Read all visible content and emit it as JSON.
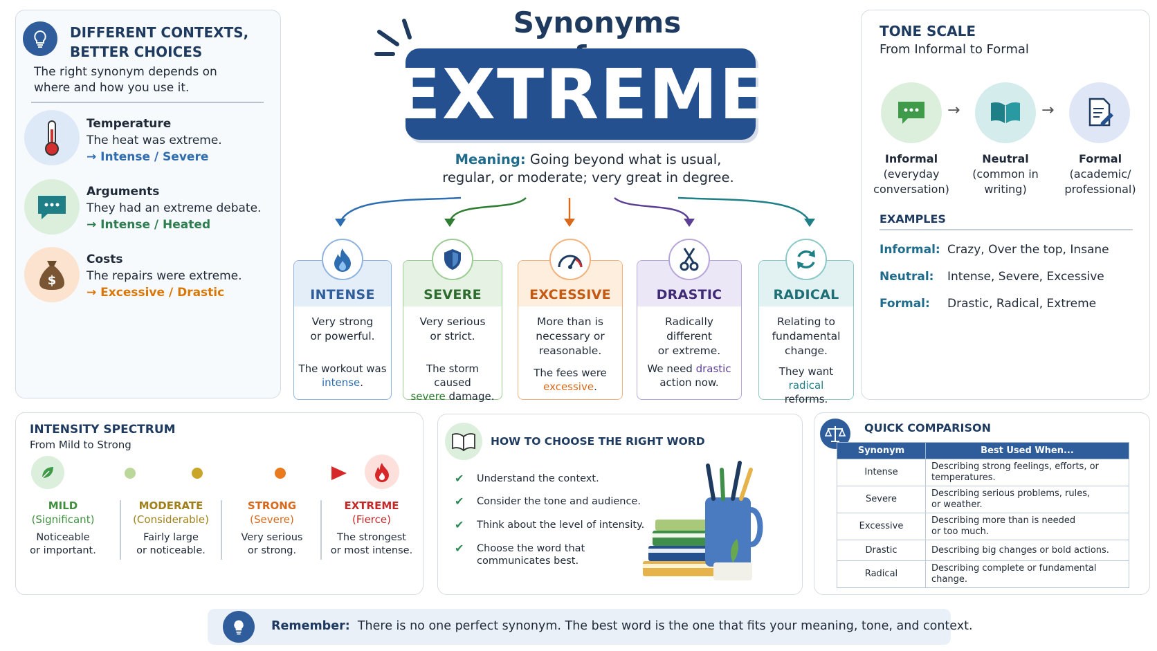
{
  "header": {
    "title_line1": "Synonyms for",
    "title_word": "EXTREME",
    "meaning_label": "Meaning:",
    "meaning_text": "Going beyond what is usual,",
    "meaning_text2": "regular, or moderate; very great in degree."
  },
  "contexts": {
    "title1": "DIFFERENT CONTEXTS,",
    "title2": "BETTER CHOICES",
    "intro1": "The right synonym depends on",
    "intro2": "where and how you use it.",
    "items": [
      {
        "title": "Temperature",
        "text": "The heat was extreme.",
        "arrow": "→",
        "synonyms": "Intense / Severe",
        "color": "#2f6db1",
        "icon": "thermometer-icon"
      },
      {
        "title": "Arguments",
        "text": "They had an extreme debate.",
        "arrow": "→",
        "synonyms": "Intense / Heated",
        "color": "#2e7d4f",
        "icon": "chat-bubble-icon"
      },
      {
        "title": "Costs",
        "text": "The repairs were extreme.",
        "arrow": "→",
        "synonyms": "Excessive / Drastic",
        "color": "#d97706",
        "icon": "money-bag-icon"
      }
    ]
  },
  "synonyms": [
    {
      "word": "INTENSE",
      "def1": "Very strong",
      "def2": "or powerful.",
      "ex1": "The workout was",
      "ex_hl": "intense",
      "ex_end": ".",
      "color": "#2f6db1",
      "head_bg": "#e4eef9",
      "icon": "flame-icon"
    },
    {
      "word": "SEVERE",
      "def1": "Very serious",
      "def2": "or strict.",
      "ex1": "The storm caused",
      "ex_hl": "severe",
      "ex_end": " damage.",
      "color": "#2e7d32",
      "head_bg": "#e6f2e3",
      "icon": "shield-icon"
    },
    {
      "word": "EXCESSIVE",
      "def1": "More than is",
      "def2": "necessary or",
      "def3": "reasonable.",
      "ex1": "The fees were",
      "ex_hl": "excessive",
      "ex_end": ".",
      "color": "#d9691c",
      "head_bg": "#fdeede",
      "icon": "gauge-icon"
    },
    {
      "word": "DRASTIC",
      "def1": "Radically different",
      "def2": "or extreme.",
      "ex1": "We need ",
      "ex_hl": "drastic",
      "ex_end": "action now.",
      "color": "#5b3f95",
      "head_bg": "#ece7f6",
      "icon": "scissors-icon"
    },
    {
      "word": "RADICAL",
      "def1": "Relating to",
      "def2": "fundamental",
      "def3": "change.",
      "ex1": "They want ",
      "ex_hl": "radical",
      "ex_end": "reforms.",
      "color": "#1f7f86",
      "head_bg": "#e2f2f2",
      "icon": "refresh-icon"
    }
  ],
  "tone": {
    "title": "TONE SCALE",
    "subtitle": "From Informal to Formal",
    "levels": [
      {
        "name": "Informal",
        "d1": "(everyday",
        "d2": "conversation)",
        "bg": "#dcefdc",
        "icon": "chat-icon"
      },
      {
        "name": "Neutral",
        "d1": "(common in",
        "d2": "writing)",
        "bg": "#d4ecec",
        "icon": "open-book-icon"
      },
      {
        "name": "Formal",
        "d1": "(academic/",
        "d2": "professional)",
        "bg": "#dfe6f6",
        "icon": "document-pen-icon"
      }
    ],
    "examples_title": "EXAMPLES",
    "examples": [
      {
        "label": "Informal:",
        "words": "Crazy, Over the top, Insane"
      },
      {
        "label": "Neutral:",
        "words": "Intense, Severe, Excessive"
      },
      {
        "label": "Formal:",
        "words": "Drastic, Radical, Extreme"
      }
    ]
  },
  "spectrum": {
    "title": "INTENSITY SPECTRUM",
    "subtitle": "From Mild to Strong",
    "levels": [
      {
        "name": "MILD",
        "alt": "(Significant)",
        "d1": "Noticeable",
        "d2": "or important.",
        "color": "#3f8f3f"
      },
      {
        "name": "MODERATE",
        "alt": "(Considerable)",
        "d1": "Fairly large",
        "d2": "or noticeable.",
        "color": "#a0801a"
      },
      {
        "name": "STRONG",
        "alt": "(Severe)",
        "d1": "Very serious",
        "d2": "or strong.",
        "color": "#d9691c"
      },
      {
        "name": "EXTREME",
        "alt": "(Fierce)",
        "d1": "The strongest",
        "d2": "or most intense.",
        "color": "#c62828"
      }
    ]
  },
  "how": {
    "title": "HOW TO CHOOSE THE RIGHT WORD",
    "steps": [
      "Understand the context.",
      "Consider the tone and audience.",
      "Think about the level of intensity.",
      "Choose the word that",
      "communicates best."
    ]
  },
  "quick": {
    "title": "QUICK COMPARISON",
    "col1": "Synonym",
    "col2": "Best Used When...",
    "rows": [
      {
        "syn": "Intense",
        "l1": "Describing strong feelings, efforts, or",
        "l2": "temperatures."
      },
      {
        "syn": "Severe",
        "l1": "Describing serious problems, rules,",
        "l2": "or weather."
      },
      {
        "syn": "Excessive",
        "l1": "Describing more than is needed",
        "l2": "or too much."
      },
      {
        "syn": "Drastic",
        "l1": "Describing big changes or bold actions.",
        "l2": ""
      },
      {
        "syn": "Radical",
        "l1": "Describing complete or fundamental",
        "l2": "change."
      }
    ]
  },
  "remember": {
    "label": "Remember:",
    "text": "There is no one perfect synonym. The best word is the one that fits your meaning, tone, and context."
  }
}
